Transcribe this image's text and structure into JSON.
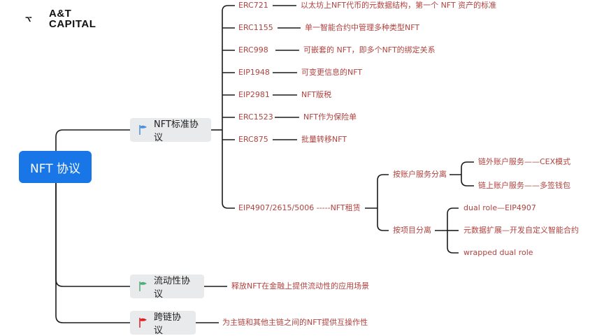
{
  "logo": {
    "line1": "A&T",
    "line2": "CAPITAL"
  },
  "root": {
    "label": "NFT 协议"
  },
  "branches": [
    {
      "label": "NFT标准协议",
      "flag_color": "#4a8fe0"
    },
    {
      "label": "流动性协议",
      "flag_color": "#4caf7a",
      "desc": "释放NFT在金融上提供流动性的应用场景"
    },
    {
      "label": "跨链协议",
      "flag_color": "#e02020",
      "desc": "为主链和其他主链之间的NFT提供互操作性"
    }
  ],
  "standards": [
    {
      "name": "ERC721",
      "desc": "以太坊上NFT代币的元数据结构，第一个 NFT 资产的标准"
    },
    {
      "name": "ERC1155",
      "desc": "单一智能合约中管理多种类型NFT"
    },
    {
      "name": "ERC998",
      "desc": "可嵌套的 NFT，即多个NFT的绑定关系"
    },
    {
      "name": "EIP1948",
      "desc": "可变更信息的NFT"
    },
    {
      "name": "EIP2981",
      "desc": "NFT版税"
    },
    {
      "name": "ERC1523",
      "desc": "NFT作为保险单"
    },
    {
      "name": "ERC875",
      "desc": "批量转移NFT"
    }
  ],
  "rental": {
    "label": "EIP4907/2615/5006 -----NFT租赁",
    "groups": [
      {
        "label": "按账户服务分离",
        "items": [
          "链外账户服务——CEX模式",
          "链上账户服务——多签钱包"
        ]
      },
      {
        "label": "按项目分离",
        "items": [
          "dual role—EIP4907",
          "元数据扩展—开发自定义智能合约",
          "wrapped dual role"
        ]
      }
    ]
  },
  "colors": {
    "root_bg": "#1976e6",
    "line": "#1a1a1a",
    "text": "#b0433f",
    "branch_bg": "#e9eaec"
  }
}
